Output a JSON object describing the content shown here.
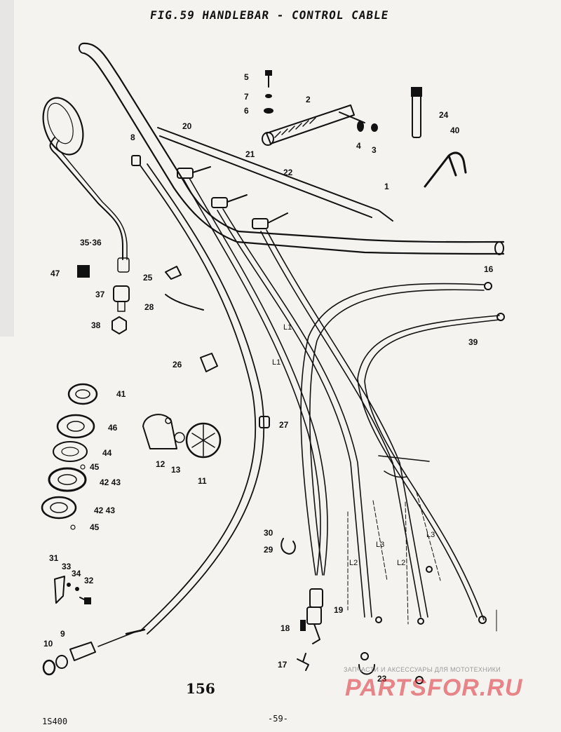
{
  "title": "FIG.59  HANDLEBAR - CONTROL CABLE",
  "page_number": "156",
  "model": "1S400",
  "sheet": "-59-",
  "watermark": {
    "tagline": "ЗАПЧАСТИ И АКСЕССУАРЫ ДЛЯ МОТОТЕХНИКИ",
    "logo": "PARTSFOR.RU",
    "logo_color": "#dc2832"
  },
  "callouts": {
    "c1": "1",
    "c2": "2",
    "c3": "3",
    "c4": "4",
    "c5": "5",
    "c6": "6",
    "c7": "7",
    "c8": "8",
    "c9": "9",
    "c10": "10",
    "c11": "11",
    "c12": "12",
    "c13": "13",
    "c16": "16",
    "c17": "17",
    "c18": "18",
    "c19": "19",
    "c20": "20",
    "c21": "21",
    "c22": "22",
    "c23": "23",
    "c24": "24",
    "c25": "25",
    "c26": "26",
    "c27": "27",
    "c28": "28",
    "c29": "29",
    "c30": "30",
    "c31": "31",
    "c32": "32",
    "c33": "33",
    "c34": "34",
    "c3536": "35·36",
    "c37": "37",
    "c38": "38",
    "c39": "39",
    "c40": "40",
    "c41": "41",
    "c4243a": "42  43",
    "c4243b": "42  43",
    "c44": "44",
    "c45a": "45",
    "c45b": "45",
    "c46": "46",
    "c47": "47",
    "l1a": "L1",
    "l1b": "L1",
    "l2a": "L2",
    "l2b": "L2",
    "l3a": "L3",
    "l3b": "L3"
  }
}
